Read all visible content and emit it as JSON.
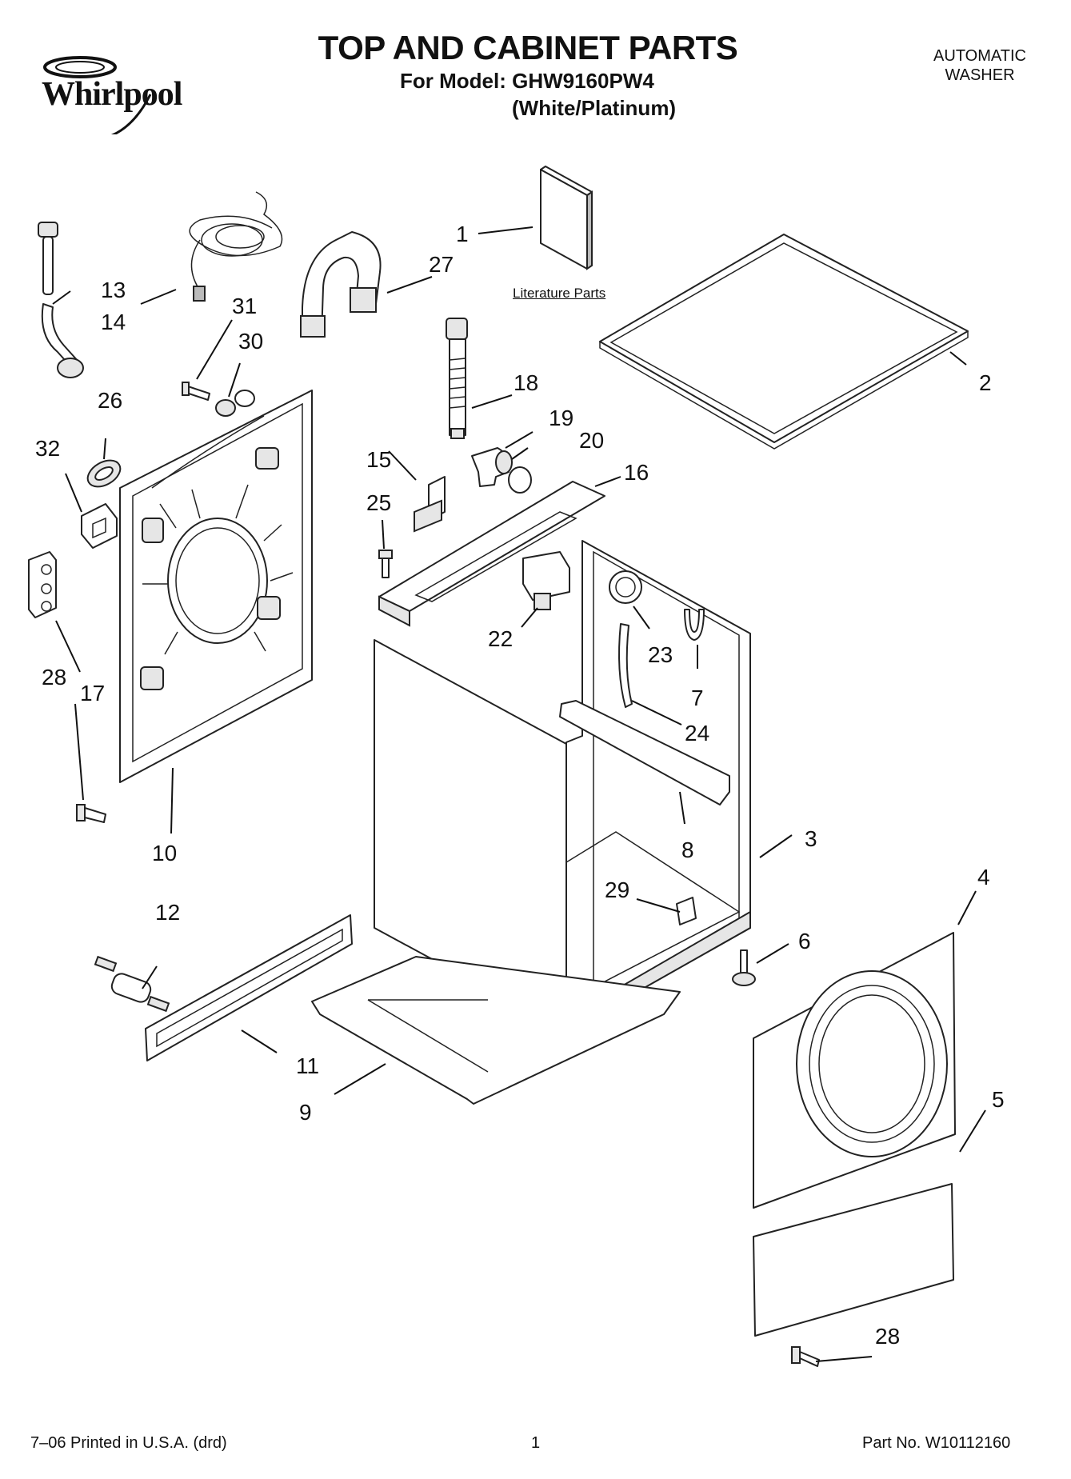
{
  "header": {
    "brand": "Whirlpool",
    "title": "TOP AND CABINET PARTS",
    "model": "For Model: GHW9160PW4",
    "variant": "(White/Platinum)",
    "product_type_line1": "AUTOMATIC",
    "product_type_line2": "WASHER"
  },
  "literature_label": "Literature Parts",
  "part_labels": {
    "p1": "1",
    "p2": "2",
    "p3": "3",
    "p4": "4",
    "p5": "5",
    "p6": "6",
    "p7": "7",
    "p8": "8",
    "p9": "9",
    "p10": "10",
    "p11": "11",
    "p12": "12",
    "p13": "13",
    "p14": "14",
    "p15": "15",
    "p16": "16",
    "p17": "17",
    "p18": "18",
    "p19": "19",
    "p20": "20",
    "p22": "22",
    "p23": "23",
    "p24": "24",
    "p25": "25",
    "p26": "26",
    "p27": "27",
    "p28a": "28",
    "p28b": "28",
    "p29": "29",
    "p30": "30",
    "p31": "31",
    "p32": "32"
  },
  "footer": {
    "printed": "7–06 Printed in U.S.A. (drd)",
    "page": "1",
    "part_no": "Part No. W10112160"
  }
}
